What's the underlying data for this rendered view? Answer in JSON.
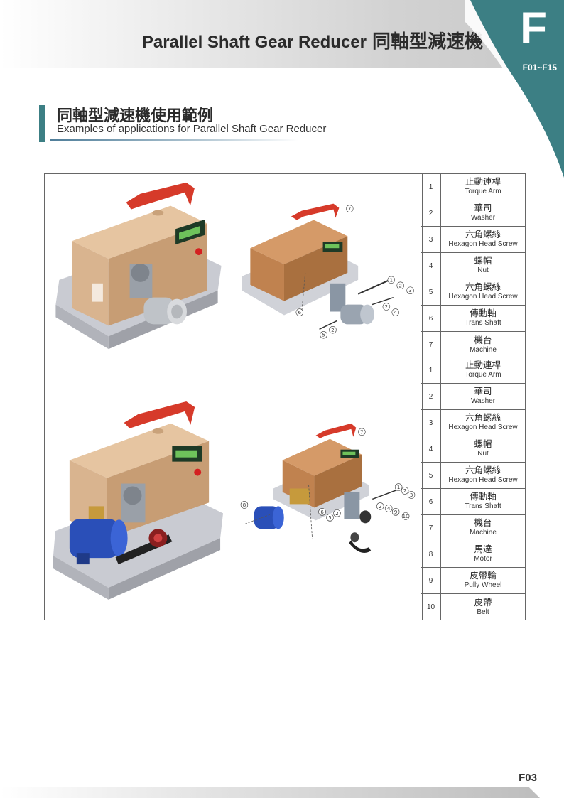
{
  "header": {
    "title_en": "Parallel Shaft Gear Reducer",
    "title_zh": "同軸型減速機",
    "section_letter": "F",
    "page_range": "F01~F15"
  },
  "section": {
    "title_zh": "同軸型減速機使用範例",
    "title_en": "Examples of applications for Parallel Shaft Gear Reducer"
  },
  "block1": {
    "callouts": [
      "1",
      "2",
      "3",
      "2",
      "4",
      "6",
      "5",
      "2",
      "7"
    ],
    "parts": [
      {
        "no": "1",
        "zh": "止動連桿",
        "en": "Torque Arm"
      },
      {
        "no": "2",
        "zh": "華司",
        "en": "Washer"
      },
      {
        "no": "3",
        "zh": "六角螺絲",
        "en": "Hexagon Head Screw"
      },
      {
        "no": "4",
        "zh": "螺帽",
        "en": "Nut"
      },
      {
        "no": "5",
        "zh": "六角螺絲",
        "en": "Hexagon Head Screw"
      },
      {
        "no": "6",
        "zh": "傳動軸",
        "en": "Trans Shaft"
      },
      {
        "no": "7",
        "zh": "機台",
        "en": "Machine"
      }
    ]
  },
  "block2": {
    "callouts": [
      "7",
      "1",
      "2",
      "3",
      "2",
      "4",
      "9",
      "10",
      "8",
      "6",
      "5",
      "2"
    ],
    "parts": [
      {
        "no": "1",
        "zh": "止動連桿",
        "en": "Torque Arm"
      },
      {
        "no": "2",
        "zh": "華司",
        "en": "Washer"
      },
      {
        "no": "3",
        "zh": "六角螺絲",
        "en": "Hexagon Head Screw"
      },
      {
        "no": "4",
        "zh": "螺帽",
        "en": "Nut"
      },
      {
        "no": "5",
        "zh": "六角螺絲",
        "en": "Hexagon Head Screw"
      },
      {
        "no": "6",
        "zh": "傳動軸",
        "en": "Trans Shaft"
      },
      {
        "no": "7",
        "zh": "機台",
        "en": "Machine"
      },
      {
        "no": "8",
        "zh": "馬達",
        "en": "Motor"
      },
      {
        "no": "9",
        "zh": "皮帶輪",
        "en": "Pully Wheel"
      },
      {
        "no": "10",
        "zh": "皮帶",
        "en": "Belt"
      }
    ]
  },
  "footer": {
    "page": "F03"
  },
  "colors": {
    "accent": "#3c7f84",
    "machine": "#d9b48f",
    "motor": "#2a4fb8",
    "base": "#c9cbd2"
  }
}
